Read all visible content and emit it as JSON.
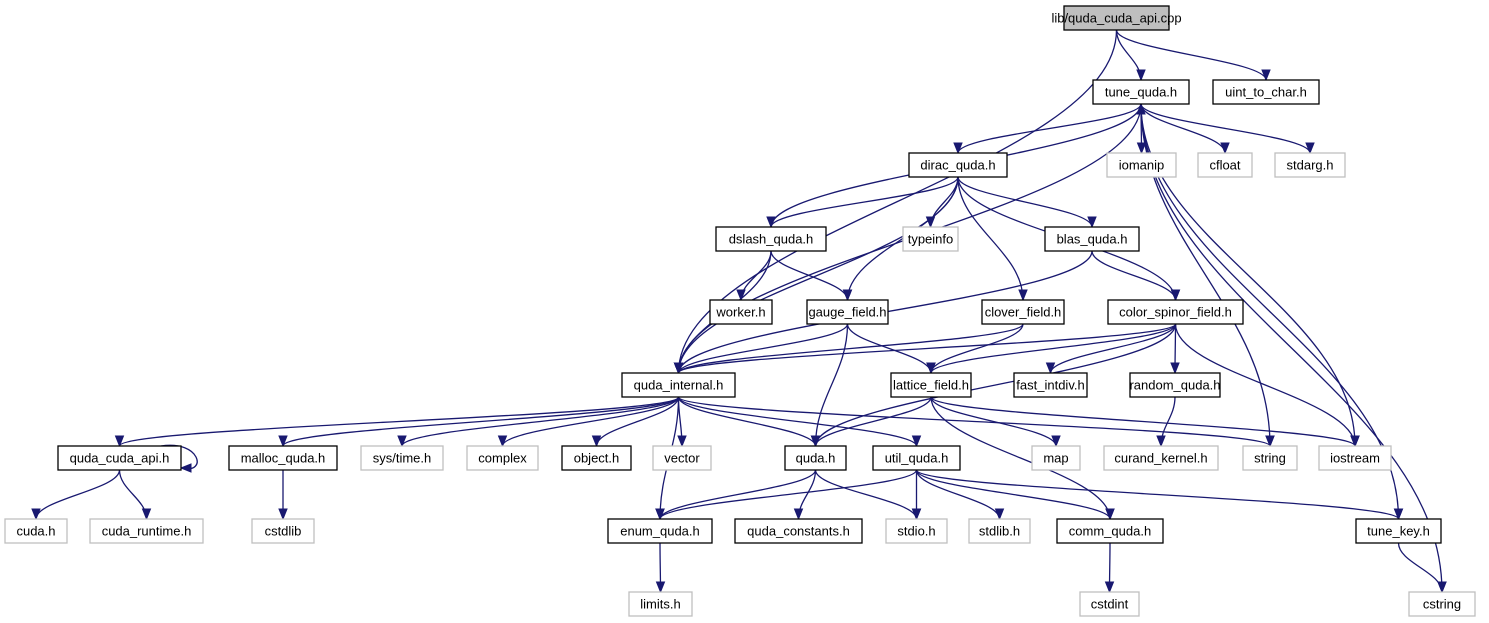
{
  "diagram": {
    "title": "lib/quda_cuda_api.cpp include dependency graph",
    "colors": {
      "edge": "#191970",
      "main_fill": "#bfbfbf",
      "local_border": "#000000",
      "system_border": "#bfbfbf"
    },
    "nodes": [
      {
        "id": "root",
        "label": "lib/quda_cuda_api.cpp",
        "kind": "main"
      },
      {
        "id": "tune_quda",
        "label": "tune_quda.h",
        "kind": "local"
      },
      {
        "id": "uint_to_char",
        "label": "uint_to_char.h",
        "kind": "local"
      },
      {
        "id": "dirac_quda",
        "label": "dirac_quda.h",
        "kind": "local"
      },
      {
        "id": "iomanip",
        "label": "iomanip",
        "kind": "system"
      },
      {
        "id": "cfloat",
        "label": "cfloat",
        "kind": "system"
      },
      {
        "id": "stdarg",
        "label": "stdarg.h",
        "kind": "system"
      },
      {
        "id": "dslash_quda",
        "label": "dslash_quda.h",
        "kind": "local"
      },
      {
        "id": "typeinfo",
        "label": "typeinfo",
        "kind": "system"
      },
      {
        "id": "blas_quda",
        "label": "blas_quda.h",
        "kind": "local"
      },
      {
        "id": "worker",
        "label": "worker.h",
        "kind": "local"
      },
      {
        "id": "gauge_field",
        "label": "gauge_field.h",
        "kind": "local"
      },
      {
        "id": "clover_field",
        "label": "clover_field.h",
        "kind": "local"
      },
      {
        "id": "color_spinor_field",
        "label": "color_spinor_field.h",
        "kind": "local"
      },
      {
        "id": "quda_internal",
        "label": "quda_internal.h",
        "kind": "local"
      },
      {
        "id": "lattice_field",
        "label": "lattice_field.h",
        "kind": "local"
      },
      {
        "id": "fast_intdiv",
        "label": "fast_intdiv.h",
        "kind": "local"
      },
      {
        "id": "random_quda",
        "label": "random_quda.h",
        "kind": "local"
      },
      {
        "id": "quda_cuda_api",
        "label": "quda_cuda_api.h",
        "kind": "local"
      },
      {
        "id": "malloc_quda",
        "label": "malloc_quda.h",
        "kind": "local"
      },
      {
        "id": "sys_time",
        "label": "sys/time.h",
        "kind": "system"
      },
      {
        "id": "complex",
        "label": "complex",
        "kind": "system"
      },
      {
        "id": "object",
        "label": "object.h",
        "kind": "local"
      },
      {
        "id": "vector",
        "label": "vector",
        "kind": "system"
      },
      {
        "id": "quda",
        "label": "quda.h",
        "kind": "local"
      },
      {
        "id": "util_quda",
        "label": "util_quda.h",
        "kind": "local"
      },
      {
        "id": "map",
        "label": "map",
        "kind": "system"
      },
      {
        "id": "curand_kernel",
        "label": "curand_kernel.h",
        "kind": "system"
      },
      {
        "id": "string",
        "label": "string",
        "kind": "system"
      },
      {
        "id": "iostream",
        "label": "iostream",
        "kind": "system"
      },
      {
        "id": "cuda",
        "label": "cuda.h",
        "kind": "system"
      },
      {
        "id": "cuda_runtime",
        "label": "cuda_runtime.h",
        "kind": "system"
      },
      {
        "id": "cstdlib",
        "label": "cstdlib",
        "kind": "system"
      },
      {
        "id": "enum_quda",
        "label": "enum_quda.h",
        "kind": "local"
      },
      {
        "id": "quda_constants",
        "label": "quda_constants.h",
        "kind": "local"
      },
      {
        "id": "stdio",
        "label": "stdio.h",
        "kind": "system"
      },
      {
        "id": "stdlib",
        "label": "stdlib.h",
        "kind": "system"
      },
      {
        "id": "comm_quda",
        "label": "comm_quda.h",
        "kind": "local"
      },
      {
        "id": "tune_key",
        "label": "tune_key.h",
        "kind": "local"
      },
      {
        "id": "limits",
        "label": "limits.h",
        "kind": "system"
      },
      {
        "id": "cstdint",
        "label": "cstdint",
        "kind": "system"
      },
      {
        "id": "cstring",
        "label": "cstring",
        "kind": "system"
      }
    ],
    "edges": [
      [
        "root",
        "tune_quda"
      ],
      [
        "root",
        "uint_to_char"
      ],
      [
        "root",
        "quda_internal"
      ],
      [
        "tune_quda",
        "dirac_quda"
      ],
      [
        "tune_quda",
        "iomanip"
      ],
      [
        "tune_quda",
        "cfloat"
      ],
      [
        "tune_quda",
        "stdarg"
      ],
      [
        "tune_quda",
        "quda_internal"
      ],
      [
        "tune_quda",
        "string"
      ],
      [
        "tune_quda",
        "iostream"
      ],
      [
        "tune_quda",
        "tune_key"
      ],
      [
        "tune_quda",
        "cstring"
      ],
      [
        "dirac_quda",
        "dslash_quda"
      ],
      [
        "dirac_quda",
        "typeinfo"
      ],
      [
        "dirac_quda",
        "blas_quda"
      ],
      [
        "dirac_quda",
        "gauge_field"
      ],
      [
        "dirac_quda",
        "clover_field"
      ],
      [
        "dirac_quda",
        "color_spinor_field"
      ],
      [
        "dirac_quda",
        "quda_internal"
      ],
      [
        "dslash_quda",
        "tune_quda"
      ],
      [
        "dslash_quda",
        "worker"
      ],
      [
        "dslash_quda",
        "gauge_field"
      ],
      [
        "dslash_quda",
        "quda_internal"
      ],
      [
        "blas_quda",
        "color_spinor_field"
      ],
      [
        "blas_quda",
        "quda_internal"
      ],
      [
        "gauge_field",
        "quda_internal"
      ],
      [
        "gauge_field",
        "lattice_field"
      ],
      [
        "gauge_field",
        "quda"
      ],
      [
        "clover_field",
        "quda_internal"
      ],
      [
        "clover_field",
        "lattice_field"
      ],
      [
        "color_spinor_field",
        "quda_internal"
      ],
      [
        "color_spinor_field",
        "lattice_field"
      ],
      [
        "color_spinor_field",
        "fast_intdiv"
      ],
      [
        "color_spinor_field",
        "random_quda"
      ],
      [
        "color_spinor_field",
        "quda"
      ],
      [
        "color_spinor_field",
        "iostream"
      ],
      [
        "quda_internal",
        "quda_cuda_api"
      ],
      [
        "quda_internal",
        "malloc_quda"
      ],
      [
        "quda_internal",
        "sys_time"
      ],
      [
        "quda_internal",
        "complex"
      ],
      [
        "quda_internal",
        "object"
      ],
      [
        "quda_internal",
        "vector"
      ],
      [
        "quda_internal",
        "quda"
      ],
      [
        "quda_internal",
        "util_quda"
      ],
      [
        "quda_internal",
        "enum_quda"
      ],
      [
        "quda_internal",
        "string"
      ],
      [
        "lattice_field",
        "quda"
      ],
      [
        "lattice_field",
        "map"
      ],
      [
        "lattice_field",
        "comm_quda"
      ],
      [
        "lattice_field",
        "iostream"
      ],
      [
        "random_quda",
        "curand_kernel"
      ],
      [
        "quda_cuda_api",
        "quda_cuda_api"
      ],
      [
        "quda_cuda_api",
        "cuda"
      ],
      [
        "quda_cuda_api",
        "cuda_runtime"
      ],
      [
        "malloc_quda",
        "cstdlib"
      ],
      [
        "quda",
        "enum_quda"
      ],
      [
        "quda",
        "quda_constants"
      ],
      [
        "quda",
        "stdio"
      ],
      [
        "util_quda",
        "enum_quda"
      ],
      [
        "util_quda",
        "stdio"
      ],
      [
        "util_quda",
        "stdlib"
      ],
      [
        "util_quda",
        "comm_quda"
      ],
      [
        "util_quda",
        "tune_key"
      ],
      [
        "enum_quda",
        "limits"
      ],
      [
        "comm_quda",
        "cstdint"
      ],
      [
        "tune_key",
        "cstring"
      ]
    ]
  }
}
